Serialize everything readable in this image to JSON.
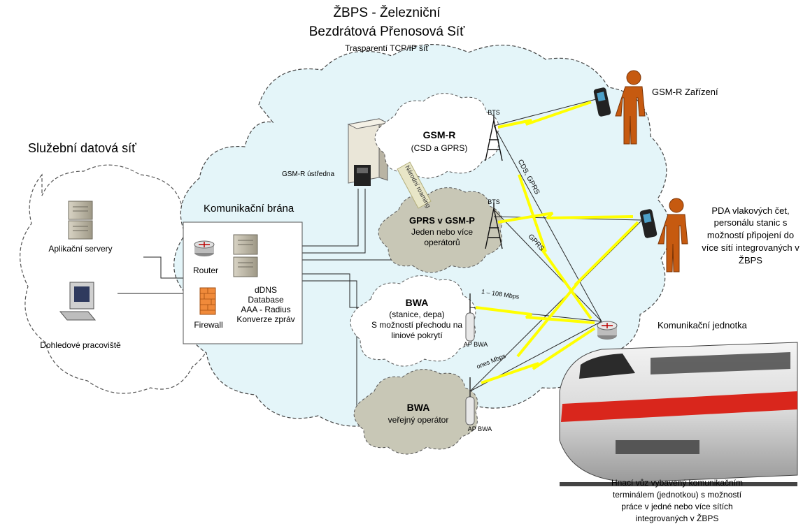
{
  "title": {
    "line1": "ŽBPS - Železniční",
    "line2": "Bezdrátová Přenosová Síť",
    "subtitle": "Trasparentí TCP/IP síť"
  },
  "left_network": {
    "title": "Služební datová síť",
    "app_servers_label": "Aplikační servery",
    "monitoring_label": "Dohledové pracoviště"
  },
  "gateway": {
    "title": "Komunikační brána",
    "router_label": "Router",
    "firewall_label": "Firewall",
    "dns_label": "dDNS",
    "db_label": "Database",
    "aaa_label": "AAA - Radius",
    "conv_label": "Konverze zpráv"
  },
  "switch_label": "GSM-R ústředna",
  "roaming_label": "Národní roaming",
  "clouds": {
    "gsmr_title": "GSM-R",
    "gsmr_sub": "(CSD a GPRS)",
    "gprs_title": "GPRS v GSM-P",
    "gprs_sub1": "Jeden nebo více",
    "gprs_sub2": "operátorů",
    "bwa1_title": "BWA",
    "bwa1_sub1": "(stanice, depa)",
    "bwa1_sub2": "S možností přechodu na",
    "bwa1_sub3": "liniové pokrytí",
    "bwa2_title": "BWA",
    "bwa2_sub": "veřejný operátor"
  },
  "antennas": {
    "bts1": "BTS",
    "bts2": "BTS",
    "ap1": "AP BWA",
    "ap2": "AP BWA"
  },
  "links": {
    "cds_gprs": "CDS, GPRS",
    "gprs": "GPRS",
    "speed1": "1 – 108 Mbps",
    "speed2": "ones Mbps"
  },
  "devices": {
    "gsmr_device": "GSM-R Zařízení",
    "pda_line1": "PDA vlakových čet,",
    "pda_line2": "personálu stanic s",
    "pda_line3": "možností připojení do",
    "pda_line4": "více sítí integrovaných v",
    "pda_line5": "ŽBPS",
    "comm_unit": "Komunikační jednotka"
  },
  "train_caption": {
    "line1": "Hnací vůz vybavený komunikačním",
    "line2": "terminálem (jednotkou) s možností",
    "line3": "práce v jedné nebo více sítích",
    "line4": "integrovaných v ŽBPS"
  },
  "colors": {
    "cloud_fill": "#e4f5f9",
    "small_cloud_fill": "#ffffff",
    "grey_cloud_fill": "#c8c7b6",
    "person": "#c65a10",
    "lightning": "#ffff00",
    "train_red": "#d9261c"
  },
  "icons": [
    "server-icon",
    "workstation-icon",
    "router-icon",
    "firewall-icon",
    "database-icon",
    "switch-cabinet-icon",
    "tower-icon",
    "access-point-icon",
    "phone-icon",
    "pda-icon",
    "person-icon",
    "train-icon"
  ]
}
